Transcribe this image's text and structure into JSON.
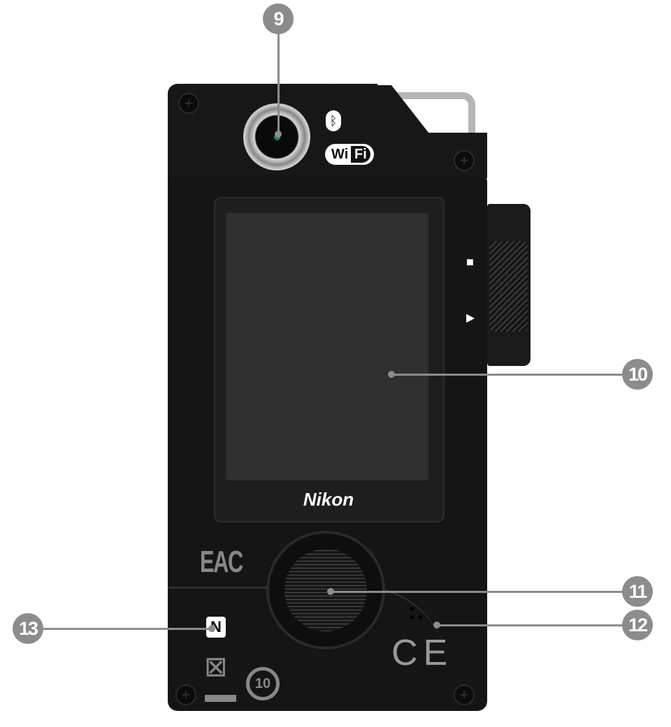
{
  "callouts": [
    {
      "number": "9",
      "part": "lens"
    },
    {
      "number": "10",
      "part": "monitor"
    },
    {
      "number": "11",
      "part": "button"
    },
    {
      "number": "12",
      "part": "speaker"
    },
    {
      "number": "13",
      "part": "nfc-antenna"
    }
  ],
  "labels": {
    "brand": "Nikon",
    "wifi_a": "Wi",
    "wifi_b": "Fi",
    "eac": "EAC",
    "ce": "CE",
    "recycle_years": "10"
  },
  "colors": {
    "callout": "#8c8c8c",
    "body": "#151515"
  }
}
